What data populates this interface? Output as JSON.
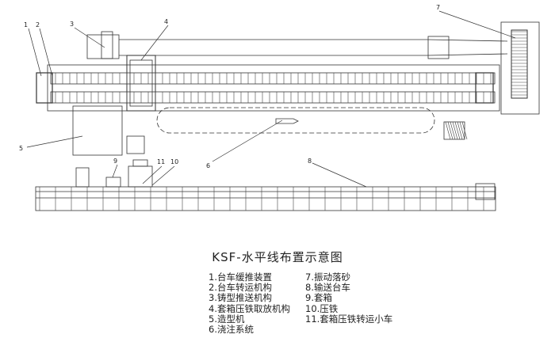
{
  "callouts": {
    "c1": "1",
    "c2": "2",
    "c3": "3",
    "c4": "4",
    "c5": "5",
    "c6": "6",
    "c7": "7",
    "c8": "8",
    "c9": "9",
    "c10": "10",
    "c11": "11"
  },
  "title": "KSF-水平线布置示意图",
  "legend": {
    "left": [
      "1.台车缓推装置",
      "2.台车转运机构",
      "3.铸型推送机构",
      "4.套箱压铁取放机构",
      "5.造型机",
      "6.浇注系统"
    ],
    "right": [
      "7.振动落砂",
      "8.输送台车",
      "9.套箱",
      "10.压铁",
      "11.套箱压铁转运小车"
    ]
  }
}
